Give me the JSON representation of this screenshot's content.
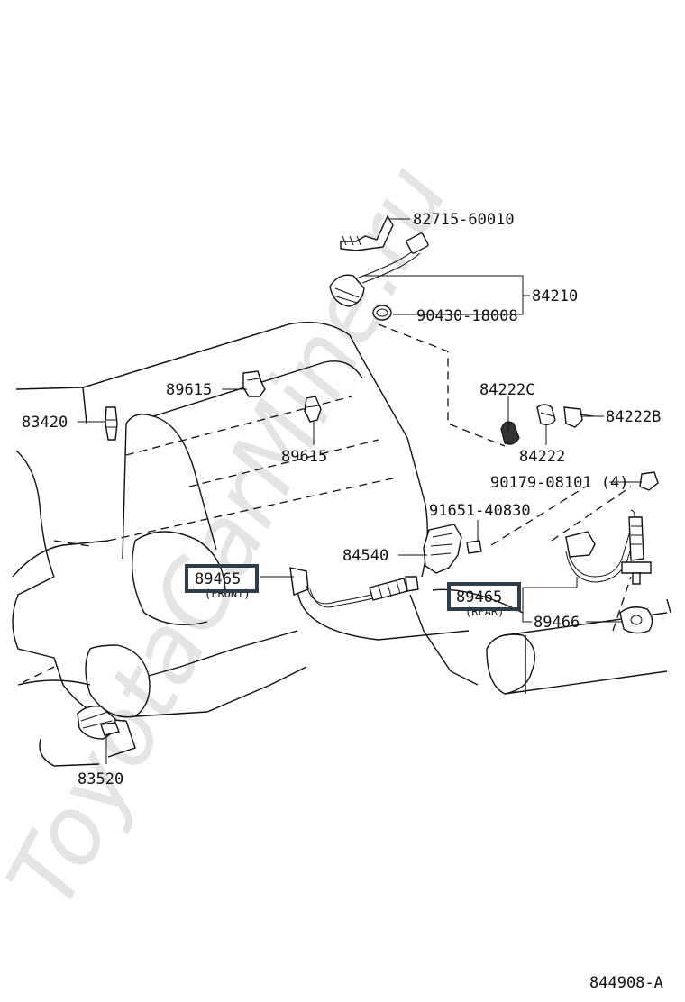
{
  "watermark": "ToyotaCarMine.ru",
  "diagram_code": "844908-A",
  "labels": {
    "p82715": "82715-60010",
    "p84210": "84210",
    "p90430": "90430-18008",
    "p89615a": "89615",
    "p89615b": "89615",
    "p83420": "83420",
    "p84222c": "84222C",
    "p84222": "84222",
    "p84222b": "84222B",
    "p90179": "90179-08101 (4)",
    "p91651": "91651-40830",
    "p84540": "84540",
    "p89465front": "89465",
    "front": "(FRONT)",
    "p89465rear": "89465",
    "rear": "(REAR)",
    "p89466": "89466",
    "p83520": "83520"
  },
  "highlighted_parts": [
    "89465 (FRONT)",
    "89465 (REAR)"
  ]
}
